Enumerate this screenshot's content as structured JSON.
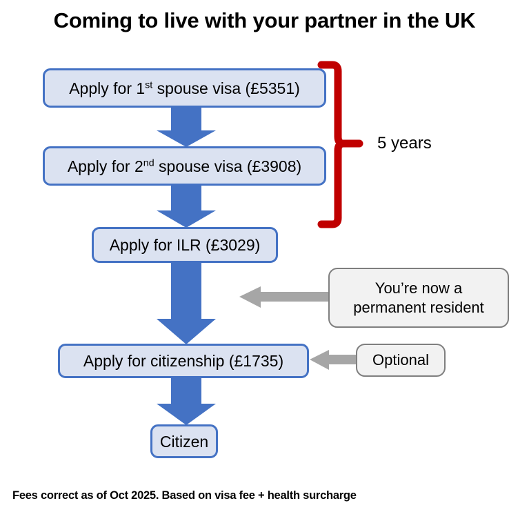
{
  "title": "Coming to live with your partner in the UK",
  "footer": "Fees correct as of Oct 2025. Based on visa fee + health surcharge",
  "colors": {
    "box_fill": "#DBE2F1",
    "box_border": "#4472C4",
    "arrow_blue": "#4472C4",
    "callout_fill": "#F2F2F2",
    "callout_border": "#7F7F7F",
    "arrow_gray": "#A6A6A6",
    "brace_red": "#C00000",
    "text": "#000000",
    "background": "#FFFFFF"
  },
  "flow": {
    "steps": [
      {
        "id": "spouse1",
        "text_before": "Apply for 1",
        "superscript": "st",
        "text_after": " spouse visa (£5351)",
        "full_text": "Apply for 1st spouse visa (£5351)",
        "fee": "£5351"
      },
      {
        "id": "spouse2",
        "text_before": "Apply for 2",
        "superscript": "nd",
        "text_after": " spouse visa (£3908)",
        "full_text": "Apply for 2nd spouse visa (£3908)",
        "fee": "£3908"
      },
      {
        "id": "ilr",
        "full_text": "Apply for ILR (£3029)",
        "fee": "£3029"
      },
      {
        "id": "citizenship",
        "full_text": "Apply for citizenship (£1735)",
        "fee": "£1735"
      },
      {
        "id": "citizen",
        "full_text": "Citizen",
        "fee": ""
      }
    ]
  },
  "annotations": {
    "brace_label": "5 years",
    "resident_callout_line1": "You’re now a",
    "resident_callout_line2": "permanent resident",
    "optional_callout": "Optional"
  }
}
